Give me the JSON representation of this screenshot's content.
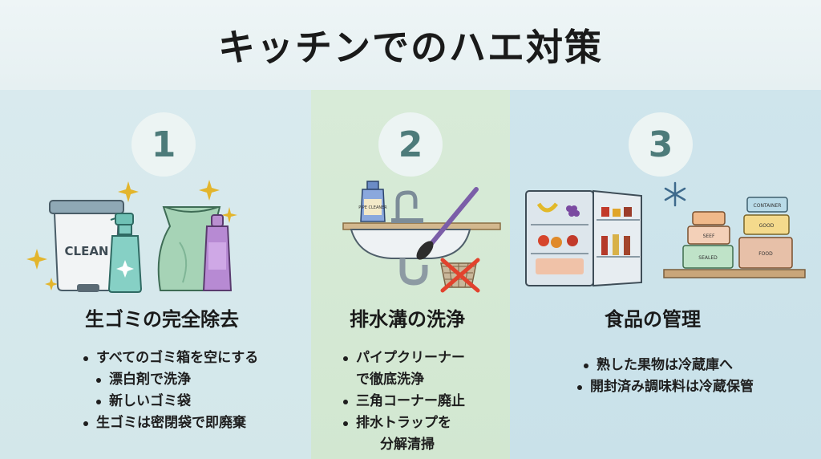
{
  "header": {
    "title": "キッチンでのハエ対策"
  },
  "sections": [
    {
      "number": "1",
      "heading": "生ゴミの完全除去",
      "illustration": {
        "bin_label": "CLEAN"
      },
      "items": [
        "すべてのゴミ箱を空にする",
        "漂白剤で洗浄",
        "新しいゴミ袋",
        "生ゴミは密閉袋で即廃棄"
      ]
    },
    {
      "number": "2",
      "heading": "排水溝の洗浄",
      "illustration": {
        "bottle_label": "PIPE CLEANER"
      },
      "items": [
        "パイプクリーナー",
        "で徹底洗浄",
        "三角コーナー廃止",
        "排水トラップを",
        "分解清掃"
      ]
    },
    {
      "number": "3",
      "heading": "食品の管理",
      "illustration": {
        "container_labels": [
          "SEALED",
          "FOOD",
          "SEEF",
          "GOOD",
          "CONTAINER"
        ]
      },
      "items": [
        "熟した果物は冷蔵庫へ",
        "開封済み調味料は冷蔵保管"
      ]
    }
  ],
  "colors": {
    "panel1": "#d6e8ec",
    "panel2": "#d5e9d4",
    "panel3": "#cce3ea",
    "number": "#4d7b7a"
  },
  "icons": [
    "trash-bin-icon",
    "spray-bottle-icon",
    "garbage-bag-icon",
    "sparkle-icon",
    "sink-icon",
    "drain-brush-icon",
    "no-strainer-icon",
    "refrigerator-icon",
    "snowflake-icon",
    "food-container-icon"
  ]
}
